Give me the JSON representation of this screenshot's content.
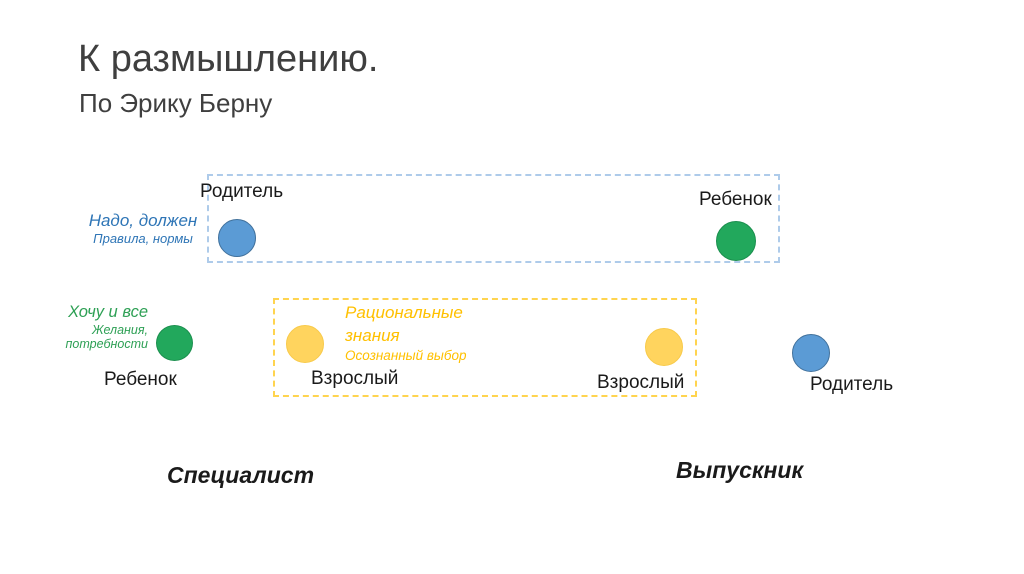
{
  "title": {
    "main": "К размышлению.",
    "subtitle": "По Эрику Берну"
  },
  "ego_labels": {
    "specialist_parent": "Родитель",
    "graduate_child": "Ребенок",
    "specialist_child": "Ребенок",
    "specialist_adult": "Взрослый",
    "graduate_adult": "Взрослый",
    "graduate_parent": "Родитель"
  },
  "notes": {
    "parent": {
      "line1": "Надо, должен",
      "line2": "Правила, нормы"
    },
    "child": {
      "line1": "Хочу и все",
      "line2": "Желания,",
      "line3": "потребности"
    },
    "adult": {
      "line1": "Рациональные",
      "line2": "знания",
      "line3": "Осознанный выбор"
    }
  },
  "roles": {
    "specialist": "Специалист",
    "graduate": "Выпускник"
  },
  "colors": {
    "parent_circle_fill": "#5B9BD5",
    "parent_circle_stroke": "#41719C",
    "child_circle_fill": "#22A85C",
    "child_circle_stroke": "#1B8F4E",
    "adult_circle_fill": "#FFD45E",
    "parent_frame_dash": "#AECBEA",
    "adult_frame_dash": "#FFD44F",
    "parent_note_text": "#2E75B6",
    "child_note_text": "#2EA055",
    "adult_note_text": "#FFC000",
    "title_text": "#3F3F3F",
    "label_text": "#1A1A1A",
    "background": "#FFFFFF"
  }
}
